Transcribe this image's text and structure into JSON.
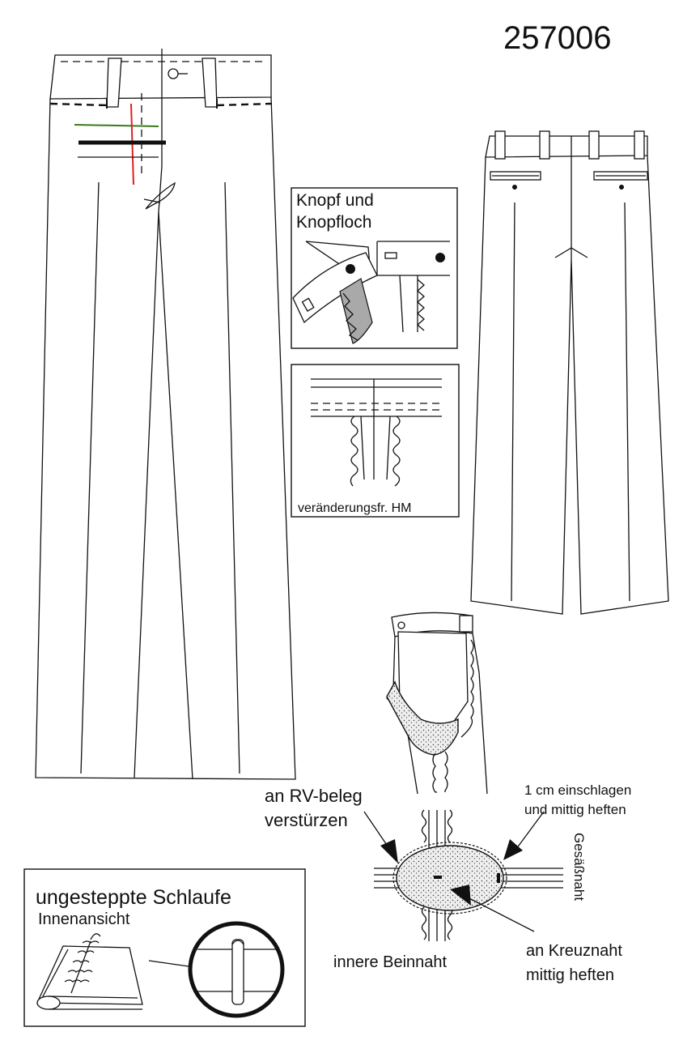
{
  "model_number": "257006",
  "labels": {
    "button_title_1": "Knopf und",
    "button_title_2": "Knopfloch",
    "seam_caption": "veränderungsfr. HM",
    "rv_beleg_1": "an  RV-beleg",
    "rv_beleg_2": "verstürzen",
    "fold_1": "1 cm einschlagen",
    "fold_2": "und mittig heften",
    "seat_seam": "Gesäßnaht",
    "inner_leg": "innere Beinnaht",
    "cross_1": "an Kreuznaht",
    "cross_2": "mittig heften",
    "loop_title": "ungesteppte Schlaufe",
    "loop_sub": "Innenansicht"
  },
  "colors": {
    "line": "#111111",
    "marker_green": "#3b7a1e",
    "marker_red": "#e02020",
    "fill_grey": "#a9a9a9"
  }
}
